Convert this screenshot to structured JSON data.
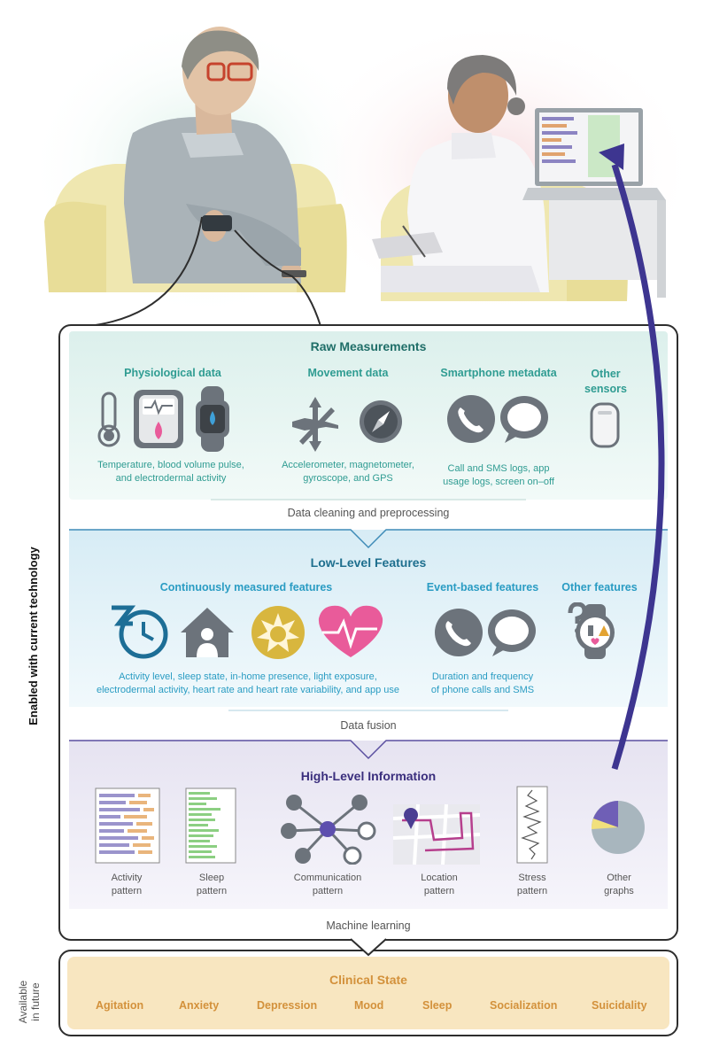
{
  "raw": {
    "title": "Raw Measurements",
    "groups": [
      {
        "label": "Physiological data",
        "caption_lines": [
          "Temperature, blood volume pulse,",
          "and electrodermal activity"
        ]
      },
      {
        "label": "Movement data",
        "caption_lines": [
          "Accelerometer, magnetometer,",
          "gyroscope, and GPS"
        ]
      },
      {
        "label": "Smartphone metadata",
        "caption_lines": [
          "Call and SMS logs, app",
          "usage logs, screen on–off"
        ]
      },
      {
        "label_lines": [
          "Other",
          "sensors"
        ]
      }
    ]
  },
  "processing": {
    "step1": "Data cleaning and preprocessing",
    "step2": "Data fusion",
    "step3": "Machine learning"
  },
  "low": {
    "title": "Low-Level Features",
    "groups": [
      {
        "label": "Continuously measured features",
        "caption_lines": [
          "Activity level, sleep state, in-home presence, light exposure,",
          "electrodermal activity, heart rate and heart rate variability, and app use"
        ]
      },
      {
        "label": "Event-based features",
        "caption_lines": [
          "Duration and frequency",
          "of phone calls and SMS"
        ]
      },
      {
        "label": "Other features"
      }
    ]
  },
  "high": {
    "title": "High-Level Information",
    "graphs": [
      {
        "lines": [
          "Activity",
          "pattern"
        ]
      },
      {
        "lines": [
          "Sleep",
          "pattern"
        ]
      },
      {
        "lines": [
          "Communication",
          "pattern"
        ]
      },
      {
        "lines": [
          "Location",
          "pattern"
        ]
      },
      {
        "lines": [
          "Stress",
          "pattern"
        ]
      },
      {
        "lines": [
          "Other",
          "graphs"
        ]
      }
    ]
  },
  "side_labels": {
    "current": "Enabled with current technology",
    "future_lines": [
      "Available",
      "in future"
    ]
  },
  "clinical": {
    "title": "Clinical State",
    "states": [
      "Agitation",
      "Anxiety",
      "Depression",
      "Mood",
      "Sleep",
      "Socialization",
      "Suicidality"
    ]
  },
  "colors": {
    "raw_text": "#2f9c92",
    "raw_title": "#1f6e68",
    "low_text": "#2a9cc3",
    "low_title": "#1e6f8e",
    "high_title": "#3a2e7d",
    "icon_gray": "#6c737b",
    "arrow": "#3d3590",
    "clinical": "#d3913b"
  }
}
